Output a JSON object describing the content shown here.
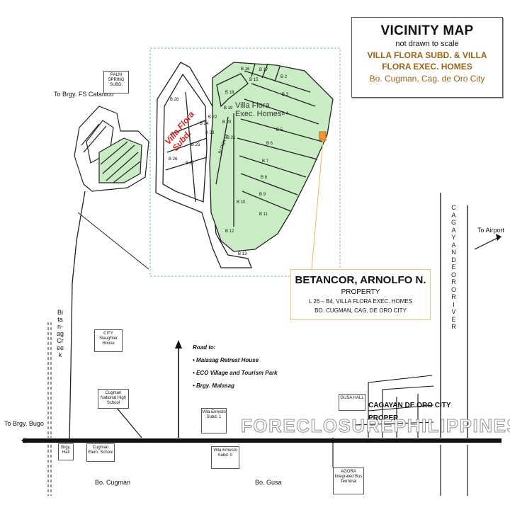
{
  "title": {
    "heading": "VICINITY MAP",
    "note": "not drawn to scale",
    "subdivision_line1": "VILLA FLORA SUBD. & VILLA",
    "subdivision_line2": "FLORA EXEC. HOMES",
    "location": "Bo. Cugman, Cag. de Oro City"
  },
  "property": {
    "owner": "BETANCOR, ARNOLFO N.",
    "label": "PROPERTY",
    "lot": "L 26 – B4, VILLA FLORA EXEC. HOMES",
    "address": "BO. CUGMAN, CAG. DE ORO CITY"
  },
  "labels": {
    "to_fs_catanico": "To Brgy. FS Catanico",
    "palm_spring": "PALM SPRING SUBD.",
    "villa_flora_subd": "Villa Flora Subd.",
    "villa_flora_exec": "Villa Flora Exec. Homes",
    "block14": "BLOCK 14",
    "to_airport": "To Airport",
    "river": "CAGAYAN DE ORO RIVER",
    "creek": "Bitan-ag Creek",
    "to_bugo": "To Brgy. Bugo",
    "slaughter": "CITY Slaughter House",
    "national_hs": "Cugman National High School",
    "elem_school": "Cugman Elem. School",
    "brgy_hall": "Brgy. Hall",
    "villa_ernesto_1": "Villa Ernesto Subd. 1",
    "villa_ernesto_2": "Villa Ernesto Subd. II",
    "gusa_hall": "GUSA HALL",
    "agora": "AGORA Integrated Bus Terminal",
    "cdo_proper": "CAGAYAN DE ORO CITY PROPER",
    "bo_cugman": "Bo. Cugman",
    "bo_gusa": "Bo. Gusa",
    "watermark": "FORECLOSUREPHILIPPINES.COM"
  },
  "road_to": {
    "heading": "Road to:",
    "items": [
      "Malasag Retreat  House",
      "ECO Village and Tourism Park",
      "Brgy. Malasag"
    ]
  },
  "blocks": [
    "B 2",
    "B 3",
    "B 4",
    "B 5",
    "B 6",
    "B 7",
    "B 8",
    "B 9",
    "B 10",
    "B 11",
    "B 12",
    "B 13",
    "B 15",
    "B 16",
    "B 17",
    "B 18",
    "B 19",
    "B 20",
    "B 21",
    "B 22",
    "B 23",
    "B 24",
    "B 25",
    "B 26",
    "B 27",
    "B 28"
  ],
  "colors": {
    "lot_fill": "#c9ecc4",
    "property_marker": "#f2972e",
    "callout_line": "#f0b460",
    "dashed_box": "#7fbf9b",
    "label_brown": "#9c6216",
    "subd_red": "#d81f1f"
  }
}
